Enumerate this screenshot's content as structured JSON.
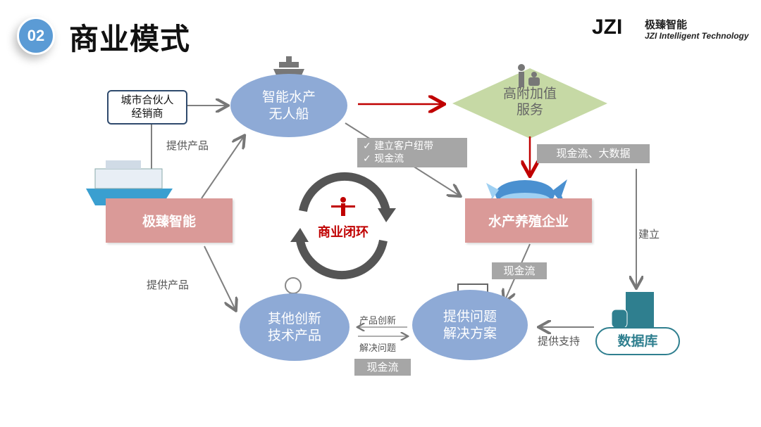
{
  "header": {
    "number": "02",
    "title": "商业模式"
  },
  "logo": {
    "mark": "JZI",
    "name_cn": "极臻智能",
    "name_en": "JZI Intelligent Technology"
  },
  "nodes": {
    "partner": "城市合伙人\n经销商",
    "boat": "智能水产\n无人船",
    "value_service": "高附加值\n服务",
    "company": "极臻智能",
    "aqua": "水产养殖企业",
    "loop": "商业闭环",
    "innovation": "其他创新\n技术产品",
    "solution": "提供问题\n解决方案",
    "database": "数据库"
  },
  "labels": {
    "provide_product_top": "提供产品",
    "provide_product_bottom": "提供产品",
    "check_items": [
      "建立客户纽带",
      "现金流"
    ],
    "cash_bigdata": "现金流、大数据",
    "build": "建立",
    "cash_flow_mid": "现金流",
    "product_innovation": "产品创新",
    "solve_problem": "解决问题",
    "cash_flow_bottom": "现金流",
    "provide_support": "提供支持"
  },
  "colors": {
    "ellipse": "#8eaad6",
    "pink": "#da9a98",
    "diamond": "#c6d9a5",
    "red_arrow": "#c00000",
    "badge": "#5b9bd5",
    "db": "#2f7f8f"
  }
}
